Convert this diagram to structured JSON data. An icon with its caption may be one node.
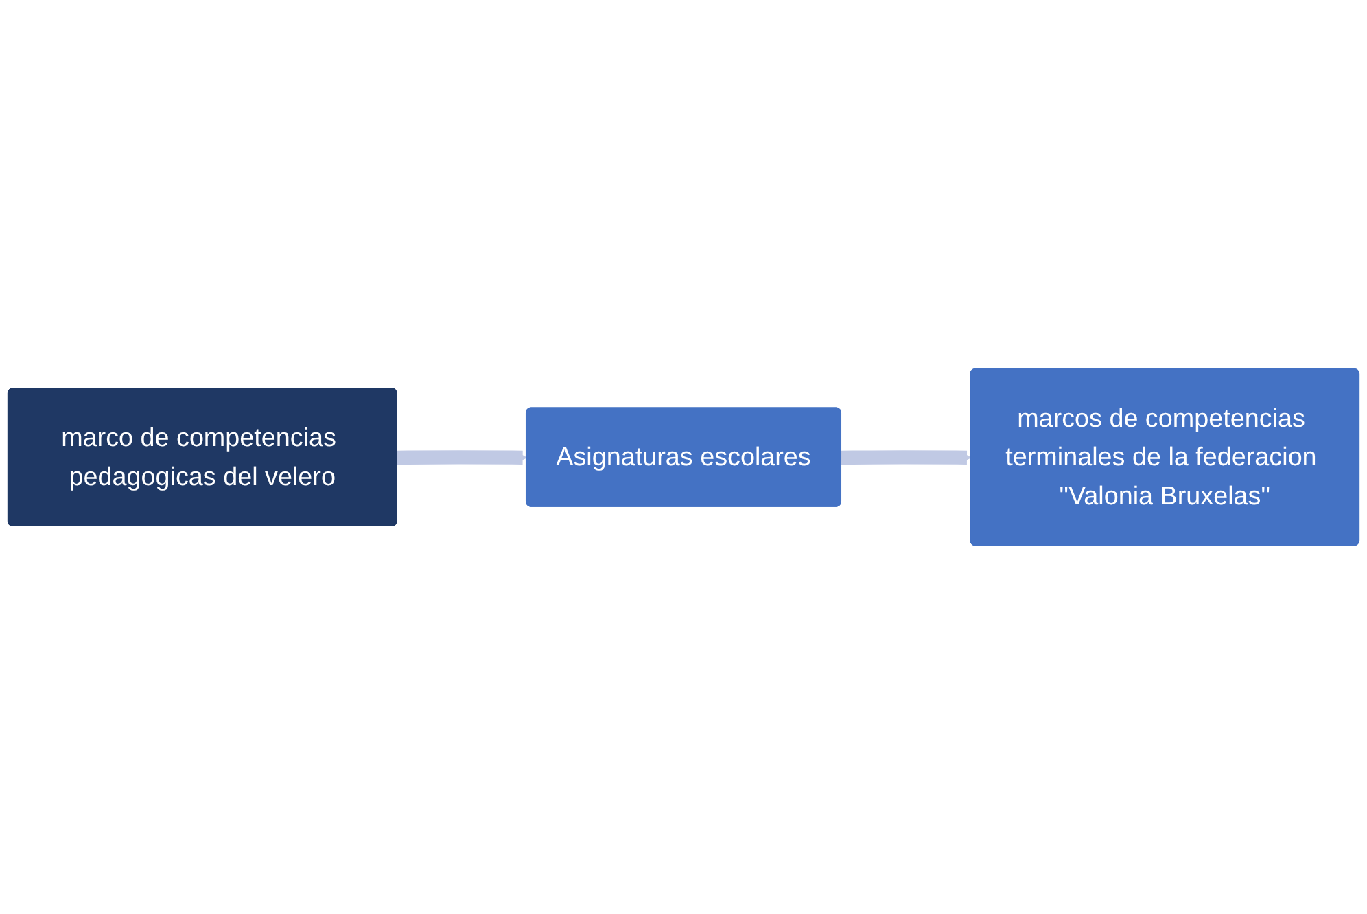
{
  "diagram": {
    "nodes": [
      {
        "text": [
          "marco de competencias pedagogicas del velero"
        ]
      },
      {
        "text": [
          "Asignaturas escolares"
        ]
      },
      {
        "text": [
          "marcos de competencias terminales de la federacion \"Valonia Bruxelas\""
        ]
      }
    ],
    "edges": [
      {
        "from": 0,
        "to": 1,
        "arrow": "to",
        "color": "#c0c9e4"
      },
      {
        "from": 1,
        "to": 2,
        "arrow": "to",
        "color": "#c0c9e4"
      }
    ]
  }
}
